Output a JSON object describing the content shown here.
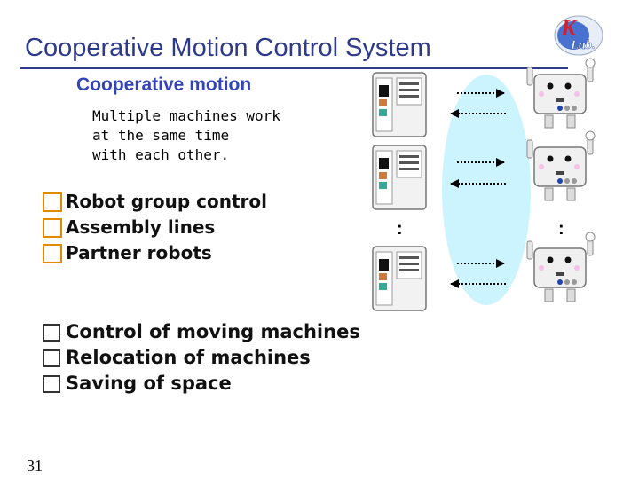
{
  "slide": {
    "title": "Cooperative Motion Control System",
    "subtitle": "Cooperative motion",
    "description_lines": [
      "Multiple machines work",
      "at the same time",
      "with each other."
    ],
    "applications": [
      "Robot group control",
      "Assembly lines",
      "Partner robots"
    ],
    "benefits": [
      "Control of moving machines",
      "Relocation of machines",
      "Saving of space"
    ],
    "page_number": "31"
  },
  "diagram": {
    "ellipsis_left": ":",
    "ellipsis_right": ":"
  },
  "logo": {
    "letter_top": "K",
    "letter_bottom": "Lab."
  }
}
